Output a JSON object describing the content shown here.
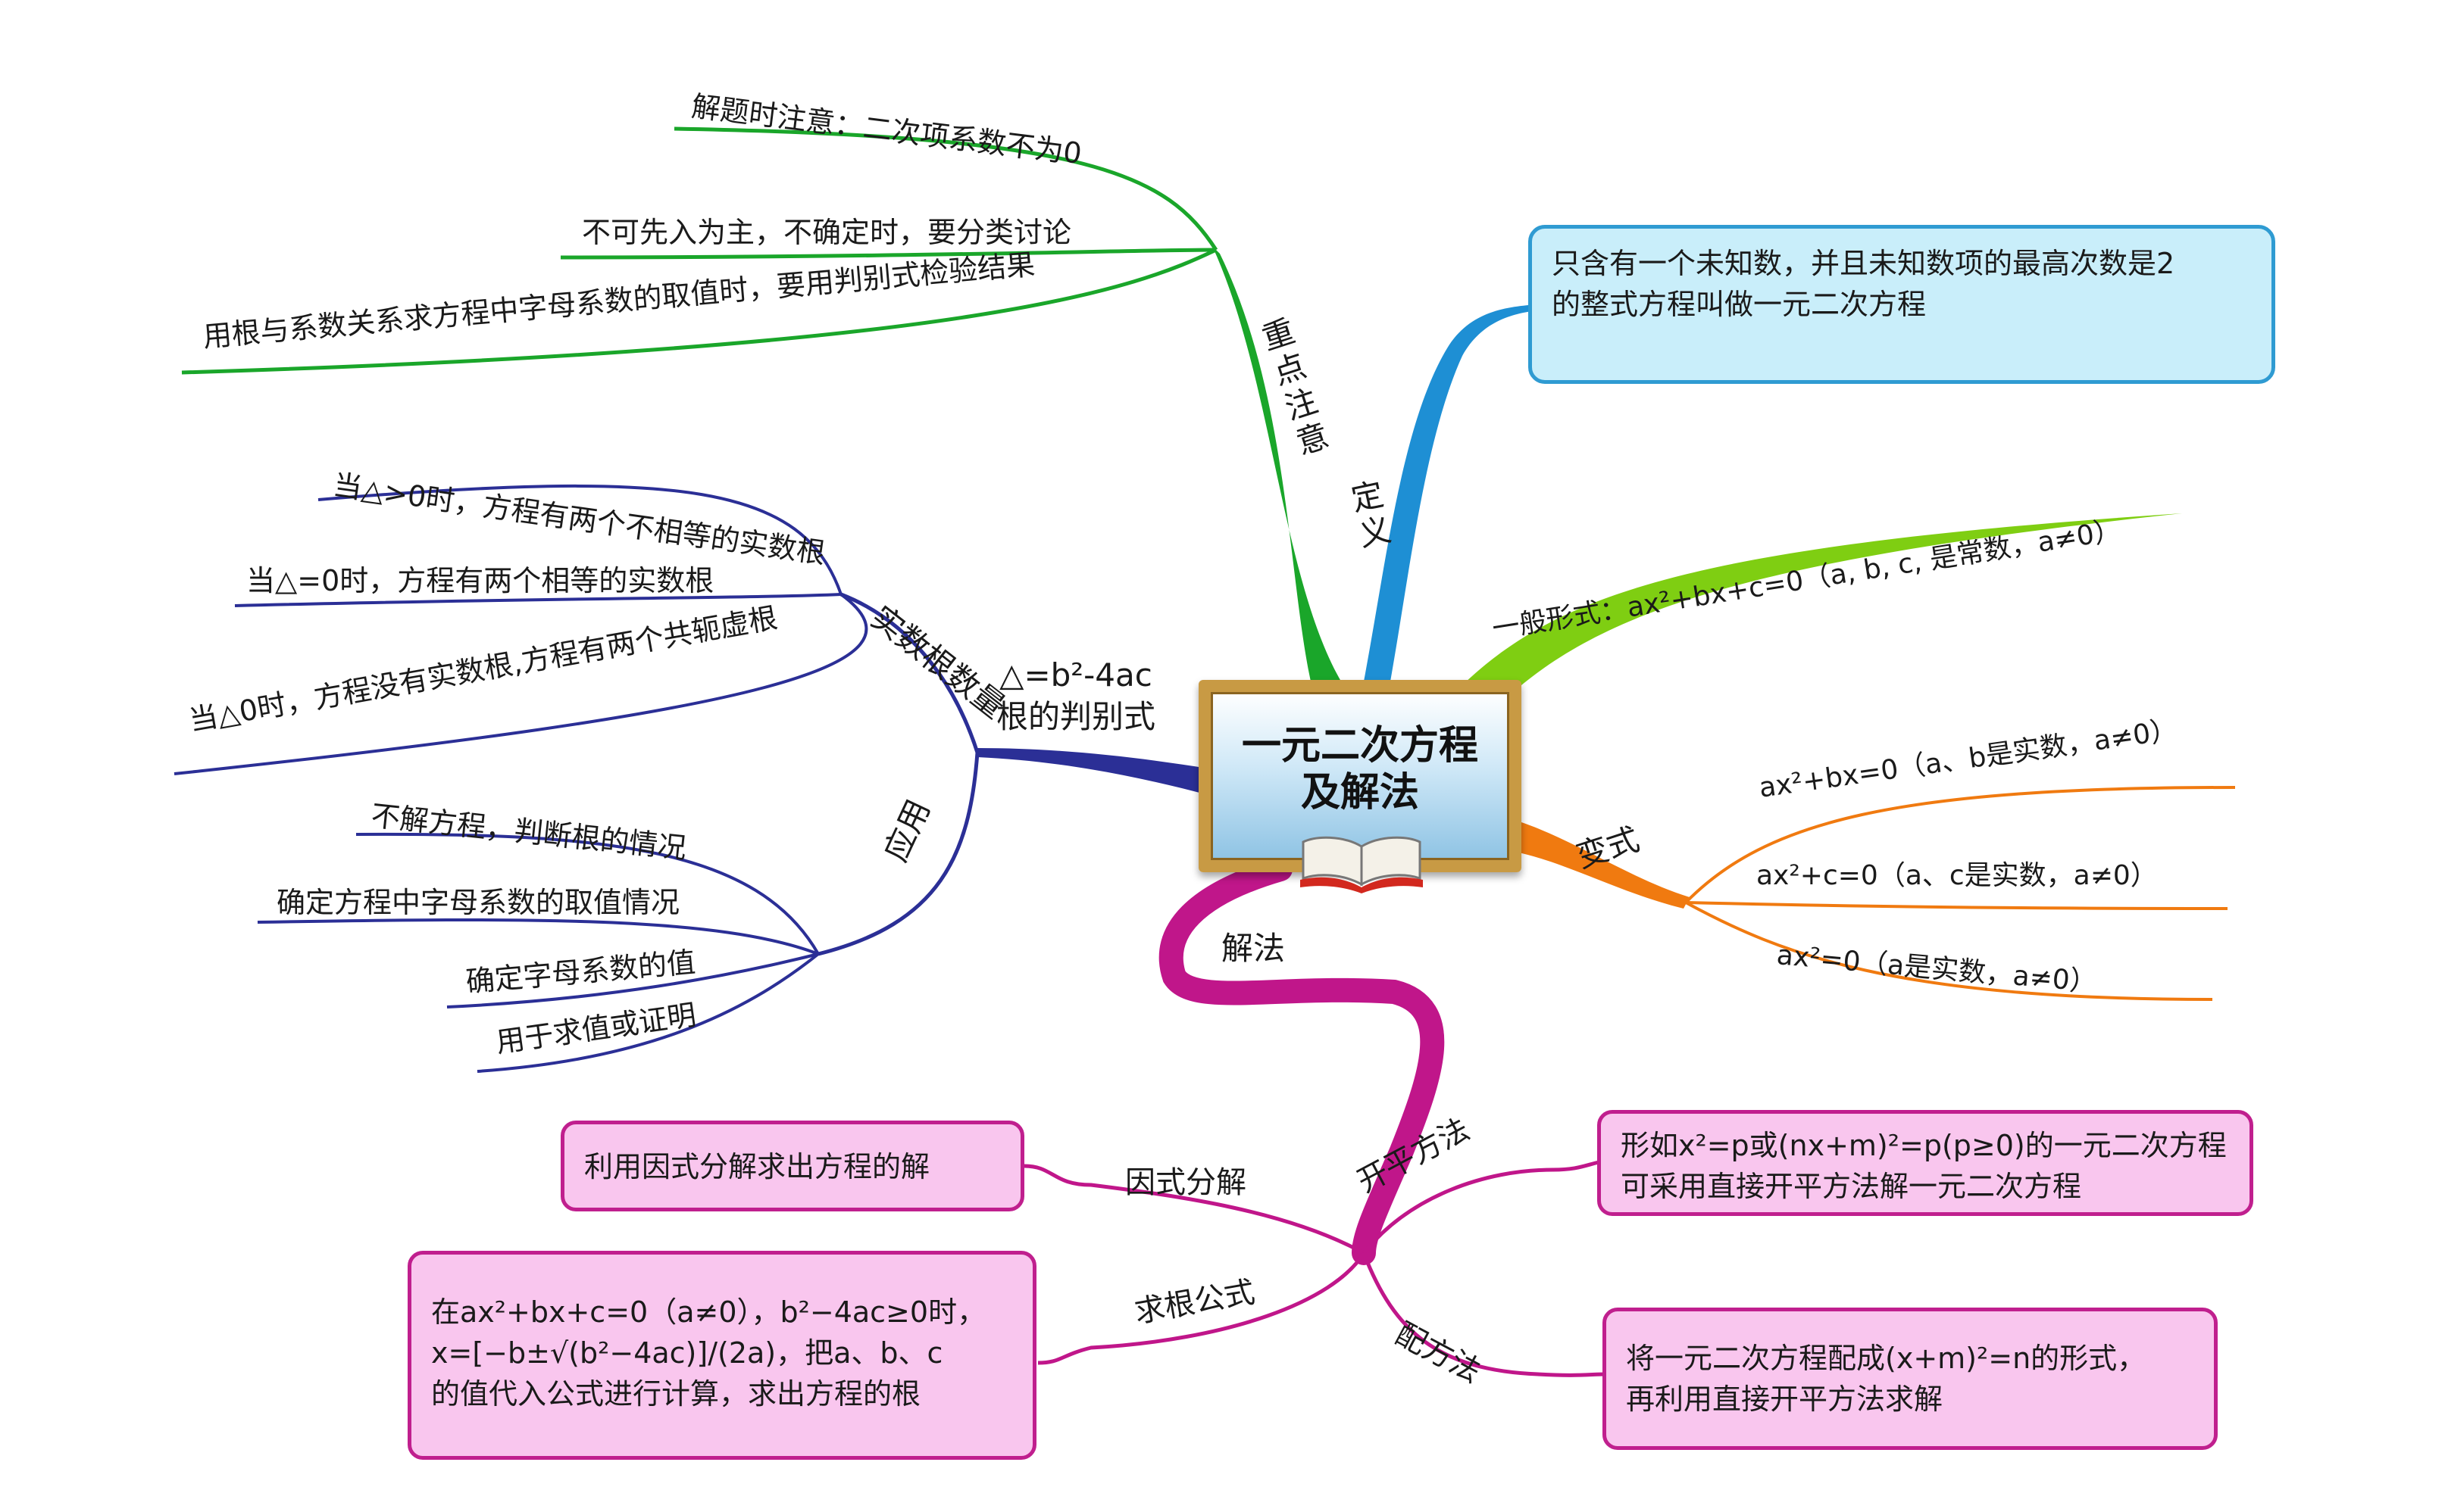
{
  "center": {
    "title_line1": "一元二次方程",
    "title_line2": "及解法",
    "icon": "open-book-icon"
  },
  "colors": {
    "green": "#1aa62a",
    "blue": "#1e8fd4",
    "lime": "#7fce12",
    "orange": "#f07a10",
    "navy": "#2b2f96",
    "magenta": "#c0168a"
  },
  "key_points": {
    "label": "重点注意",
    "items": [
      "解题时注意：二次项系数不为0",
      "不可先入为主，不确定时，要分类讨论",
      "用根与系数关系求方程中字母系数的取值时，要用判别式检验结果"
    ]
  },
  "definition": {
    "label": "定义",
    "text_line1": "只含有一个未知数，并且未知数项的最高次数是2",
    "text_line2": "的整式方程叫做一元二次方程"
  },
  "general_form": {
    "label": "一般形式：ax²+bx+c=0（a, b, c, 是常数，a≠0）"
  },
  "variants": {
    "label": "变式",
    "items": [
      "ax²+bx=0（a、b是实数，a≠0）",
      "ax²+c=0（a、c是实数，a≠0）",
      "ax²=0（a是实数，a≠0）"
    ]
  },
  "discriminant": {
    "label_formula": "△=b²-4ac",
    "label_name": "根的判别式",
    "root_count": {
      "label": "实数根数量",
      "items": [
        "当△>0时，方程有两个不相等的实数根",
        "当△=0时，方程有两个相等的实数根",
        "当△0时，方程没有实数根,方程有两个共轭虚根"
      ]
    },
    "application": {
      "label": "应用",
      "items": [
        "不解方程，判断根的情况",
        "确定方程中字母系数的取值情况",
        "确定字母系数的值",
        "用于求值或证明"
      ]
    }
  },
  "solutions": {
    "label": "解法",
    "factoring": {
      "label": "因式分解",
      "text": "利用因式分解求出方程的解"
    },
    "formula": {
      "label": "求根公式",
      "text_line1": "在ax²+bx+c=0（a≠0），b²−4ac≥0时，",
      "text_line2": "x=[−b±√(b²−4ac)]/(2a)，把a、b、c",
      "text_line3": "的值代入公式进行计算，求出方程的根"
    },
    "square_root": {
      "label": "开平方法",
      "text_line1": "形如x²=p或(nx+m)²=p(p≥0)的一元二次方程",
      "text_line2": "可采用直接开平方法解一元二次方程"
    },
    "completing_square": {
      "label": "配方法",
      "text_line1": "将一元二次方程配成(x+m)²=n的形式，",
      "text_line2": "再利用直接开平方法求解"
    }
  }
}
